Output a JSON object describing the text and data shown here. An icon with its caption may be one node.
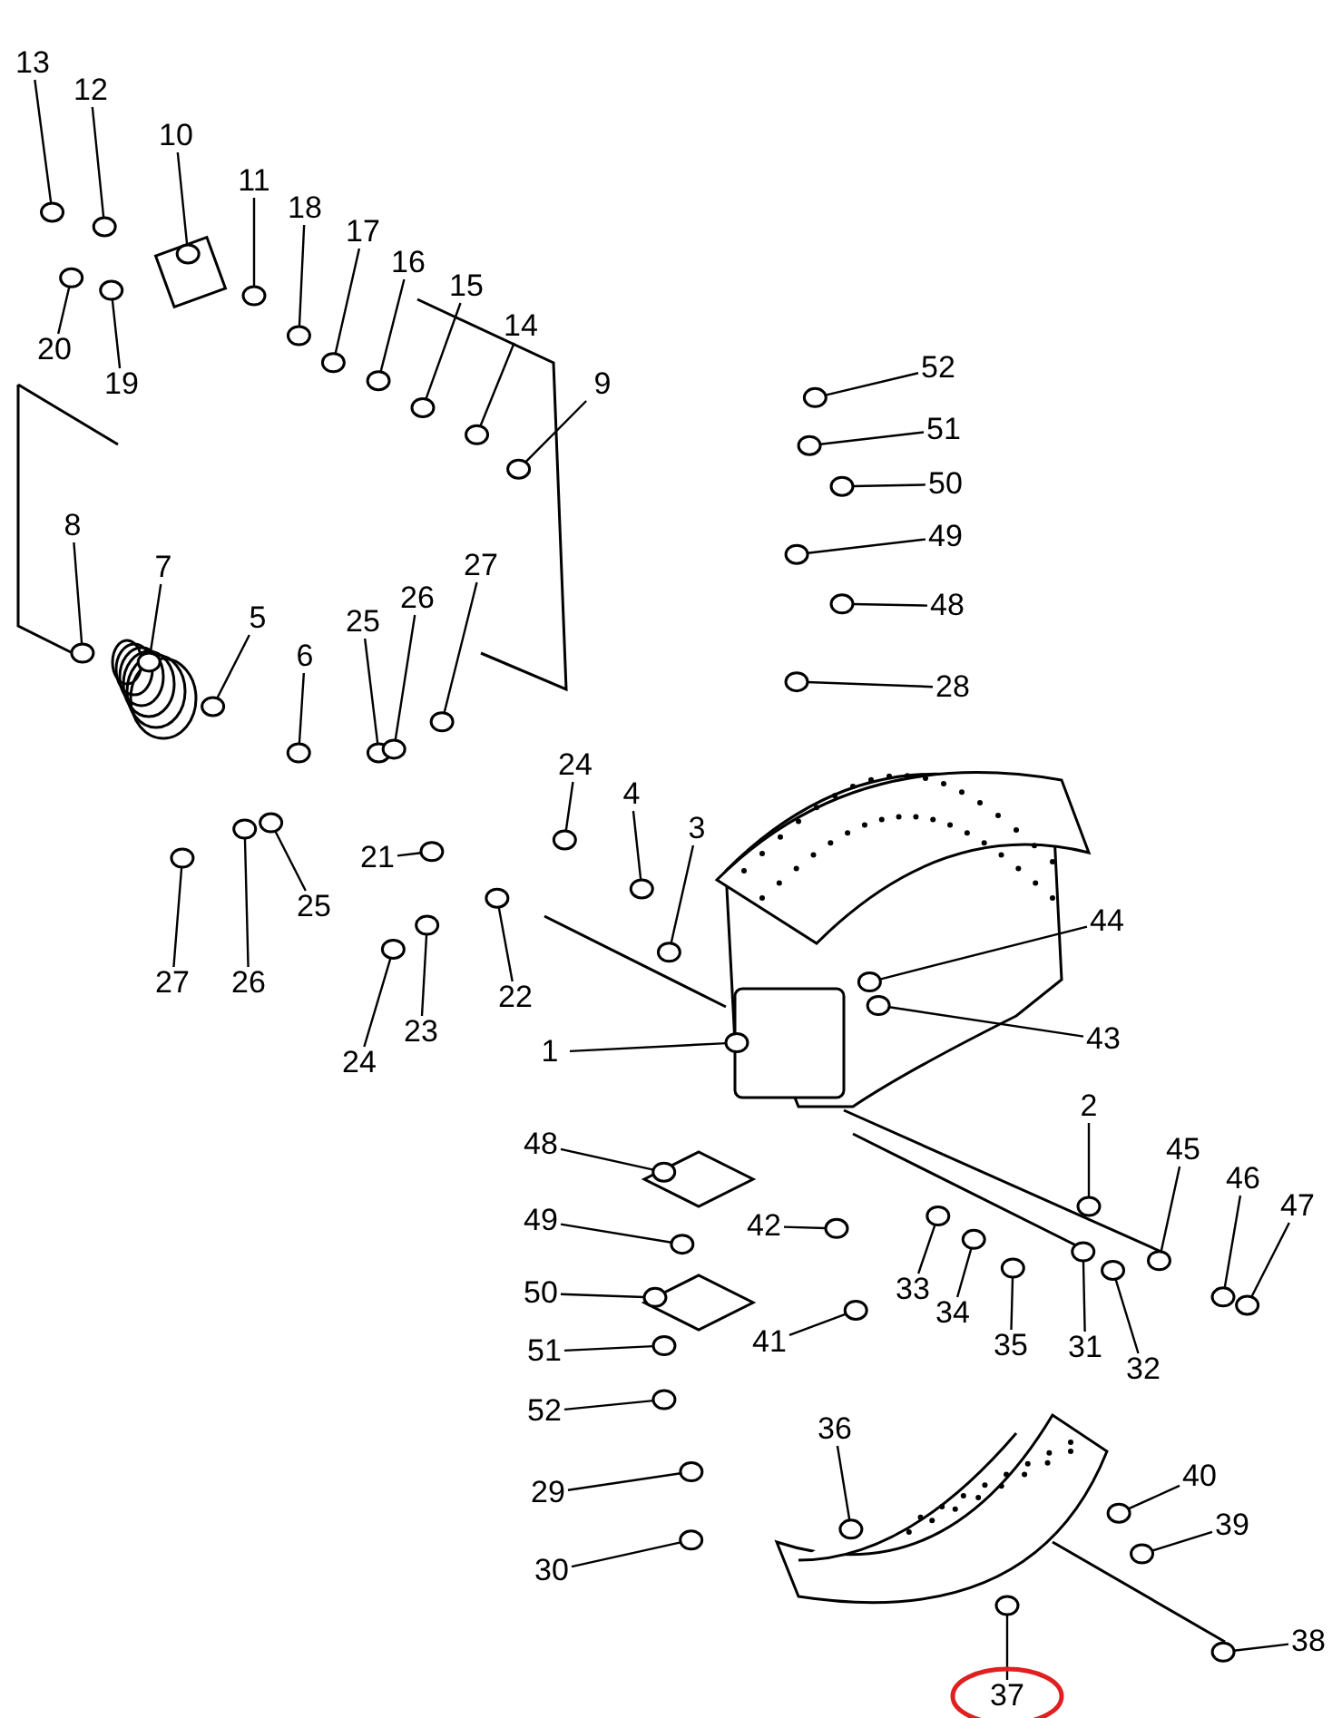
{
  "diagram": {
    "nodes": [
      {
        "text": [
          "13"
        ]
      },
      {
        "text": [
          "12"
        ]
      },
      {
        "text": [
          "10"
        ]
      },
      {
        "text": [
          "11"
        ]
      },
      {
        "text": [
          "18"
        ]
      },
      {
        "text": [
          "17"
        ]
      },
      {
        "text": [
          "16"
        ]
      },
      {
        "text": [
          "15"
        ]
      },
      {
        "text": [
          "14"
        ]
      },
      {
        "text": [
          "9"
        ]
      },
      {
        "text": [
          "20"
        ]
      },
      {
        "text": [
          "19"
        ]
      },
      {
        "text": [
          "8"
        ]
      },
      {
        "text": [
          "7"
        ]
      },
      {
        "text": [
          "5"
        ]
      },
      {
        "text": [
          "6"
        ]
      },
      {
        "text": [
          "25"
        ]
      },
      {
        "text": [
          "26"
        ]
      },
      {
        "text": [
          "27"
        ]
      },
      {
        "text": [
          "24"
        ]
      },
      {
        "text": [
          "4"
        ]
      },
      {
        "text": [
          "3"
        ]
      },
      {
        "text": [
          "21"
        ]
      },
      {
        "text": [
          "27"
        ]
      },
      {
        "text": [
          "26"
        ]
      },
      {
        "text": [
          "25"
        ]
      },
      {
        "text": [
          "24"
        ]
      },
      {
        "text": [
          "23"
        ]
      },
      {
        "text": [
          "22"
        ]
      },
      {
        "text": [
          "1"
        ]
      },
      {
        "text": [
          "52"
        ]
      },
      {
        "text": [
          "51"
        ]
      },
      {
        "text": [
          "50"
        ]
      },
      {
        "text": [
          "49"
        ]
      },
      {
        "text": [
          "48"
        ]
      },
      {
        "text": [
          "28"
        ]
      },
      {
        "text": [
          "44"
        ]
      },
      {
        "text": [
          "43"
        ]
      },
      {
        "text": [
          "2"
        ]
      },
      {
        "text": [
          "45"
        ]
      },
      {
        "text": [
          "46"
        ]
      },
      {
        "text": [
          "47"
        ]
      },
      {
        "text": [
          "48"
        ]
      },
      {
        "text": [
          "49"
        ]
      },
      {
        "text": [
          "50"
        ]
      },
      {
        "text": [
          "51"
        ]
      },
      {
        "text": [
          "52"
        ]
      },
      {
        "text": [
          "42"
        ]
      },
      {
        "text": [
          "33"
        ]
      },
      {
        "text": [
          "34"
        ]
      },
      {
        "text": [
          "35"
        ]
      },
      {
        "text": [
          "31"
        ]
      },
      {
        "text": [
          "32"
        ]
      },
      {
        "text": [
          "41"
        ]
      },
      {
        "text": [
          "29"
        ]
      },
      {
        "text": [
          "30"
        ]
      },
      {
        "text": [
          "36"
        ]
      },
      {
        "text": [
          "40"
        ]
      },
      {
        "text": [
          "39"
        ]
      },
      {
        "text": [
          "38"
        ]
      },
      {
        "text": [
          "37"
        ]
      },
      {
        "text": [],
        "shape": "circle"
      },
      {
        "text": [],
        "shape": "circle"
      },
      {
        "text": [],
        "shape": "circle"
      },
      {
        "text": [],
        "shape": "circle"
      },
      {
        "text": [],
        "shape": "circle"
      },
      {
        "text": [],
        "shape": "circle"
      },
      {
        "text": [],
        "shape": "circle"
      },
      {
        "text": [],
        "shape": "circle"
      },
      {
        "text": [],
        "shape": "circle"
      },
      {
        "text": [],
        "shape": "circle"
      },
      {
        "text": [],
        "shape": "circle"
      },
      {
        "text": [],
        "shape": "circle"
      },
      {
        "text": [],
        "shape": "circle"
      },
      {
        "text": [],
        "shape": "circle"
      },
      {
        "text": [],
        "shape": "circle"
      },
      {
        "text": [],
        "shape": "circle"
      },
      {
        "text": [],
        "shape": "circle"
      },
      {
        "text": [],
        "shape": "circle"
      },
      {
        "text": [],
        "shape": "circle"
      },
      {
        "text": [],
        "shape": "circle"
      },
      {
        "text": [],
        "shape": "circle"
      },
      {
        "text": [],
        "shape": "circle"
      },
      {
        "text": [],
        "shape": "circle"
      },
      {
        "text": [],
        "shape": "circle"
      },
      {
        "text": [],
        "shape": "circle"
      },
      {
        "text": [],
        "shape": "circle"
      },
      {
        "text": [],
        "shape": "circle"
      },
      {
        "text": [],
        "shape": "circle"
      },
      {
        "text": [],
        "shape": "circle"
      },
      {
        "text": [],
        "shape": "circle"
      },
      {
        "text": [],
        "shape": "circle"
      },
      {
        "text": [],
        "shape": "circle"
      },
      {
        "text": [],
        "shape": "circle"
      },
      {
        "text": [],
        "shape": "circle"
      },
      {
        "text": [],
        "shape": "circle"
      },
      {
        "text": [],
        "shape": "circle"
      },
      {
        "text": [],
        "shape": "circle"
      },
      {
        "text": [],
        "shape": "circle"
      },
      {
        "text": [],
        "shape": "circle"
      },
      {
        "text": [],
        "shape": "circle"
      },
      {
        "text": [],
        "shape": "circle"
      },
      {
        "text": [],
        "shape": "circle"
      },
      {
        "text": [],
        "shape": "circle"
      },
      {
        "text": [],
        "shape": "circle"
      },
      {
        "text": [],
        "shape": "circle"
      },
      {
        "text": [],
        "shape": "circle"
      },
      {
        "text": [],
        "shape": "circle"
      },
      {
        "text": [],
        "shape": "circle"
      },
      {
        "text": [],
        "shape": "circle"
      },
      {
        "text": [],
        "shape": "circle"
      },
      {
        "text": [],
        "shape": "circle"
      },
      {
        "text": [],
        "shape": "circle"
      },
      {
        "text": [],
        "shape": "circle"
      },
      {
        "text": [],
        "shape": "circle"
      },
      {
        "text": [],
        "shape": "circle"
      },
      {
        "text": [],
        "shape": "circle"
      },
      {
        "text": [],
        "shape": "circle"
      },
      {
        "text": [],
        "shape": "circle"
      },
      {
        "text": [],
        "shape": "circle"
      },
      {
        "text": [],
        "shape": "circle"
      },
      {
        "text": [],
        "shape": "circle"
      }
    ],
    "edges": [
      {
        "from": 0,
        "to": 61,
        "arrow": "none"
      },
      {
        "from": 1,
        "to": 62,
        "arrow": "none"
      },
      {
        "from": 2,
        "to": 63,
        "arrow": "none"
      },
      {
        "from": 3,
        "to": 64,
        "arrow": "none"
      },
      {
        "from": 4,
        "to": 65,
        "arrow": "none"
      },
      {
        "from": 5,
        "to": 66,
        "arrow": "none"
      },
      {
        "from": 6,
        "to": 67,
        "arrow": "none"
      },
      {
        "from": 7,
        "to": 68,
        "arrow": "none"
      },
      {
        "from": 8,
        "to": 69,
        "arrow": "none"
      },
      {
        "from": 9,
        "to": 70,
        "arrow": "none"
      },
      {
        "from": 10,
        "to": 71,
        "arrow": "none"
      },
      {
        "from": 11,
        "to": 72,
        "arrow": "none"
      },
      {
        "from": 12,
        "to": 73,
        "arrow": "none"
      },
      {
        "from": 13,
        "to": 74,
        "arrow": "none"
      },
      {
        "from": 14,
        "to": 75,
        "arrow": "none"
      },
      {
        "from": 15,
        "to": 76,
        "arrow": "none"
      },
      {
        "from": 16,
        "to": 77,
        "arrow": "none"
      },
      {
        "from": 17,
        "to": 78,
        "arrow": "none"
      },
      {
        "from": 18,
        "to": 79,
        "arrow": "none"
      },
      {
        "from": 19,
        "to": 80,
        "arrow": "none"
      },
      {
        "from": 20,
        "to": 81,
        "arrow": "none"
      },
      {
        "from": 21,
        "to": 82,
        "arrow": "none"
      },
      {
        "from": 22,
        "to": 83,
        "arrow": "none"
      },
      {
        "from": 23,
        "to": 84,
        "arrow": "none"
      },
      {
        "from": 24,
        "to": 85,
        "arrow": "none"
      },
      {
        "from": 25,
        "to": 86,
        "arrow": "none"
      },
      {
        "from": 26,
        "to": 87,
        "arrow": "none"
      },
      {
        "from": 27,
        "to": 88,
        "arrow": "none"
      },
      {
        "from": 28,
        "to": 89,
        "arrow": "none"
      },
      {
        "from": 29,
        "to": 90,
        "arrow": "none"
      },
      {
        "from": 30,
        "to": 91,
        "arrow": "none"
      },
      {
        "from": 31,
        "to": 92,
        "arrow": "none"
      },
      {
        "from": 32,
        "to": 93,
        "arrow": "none"
      },
      {
        "from": 33,
        "to": 94,
        "arrow": "none"
      },
      {
        "from": 34,
        "to": 95,
        "arrow": "none"
      },
      {
        "from": 35,
        "to": 96,
        "arrow": "none"
      },
      {
        "from": 36,
        "to": 97,
        "arrow": "none"
      },
      {
        "from": 37,
        "to": 98,
        "arrow": "none"
      },
      {
        "from": 38,
        "to": 99,
        "arrow": "none"
      },
      {
        "from": 39,
        "to": 100,
        "arrow": "none"
      },
      {
        "from": 40,
        "to": 101,
        "arrow": "none"
      },
      {
        "from": 41,
        "to": 102,
        "arrow": "none"
      },
      {
        "from": 42,
        "to": 103,
        "arrow": "none"
      },
      {
        "from": 43,
        "to": 104,
        "arrow": "none"
      },
      {
        "from": 44,
        "to": 105,
        "arrow": "none"
      },
      {
        "from": 45,
        "to": 106,
        "arrow": "none"
      },
      {
        "from": 46,
        "to": 107,
        "arrow": "none"
      },
      {
        "from": 47,
        "to": 108,
        "arrow": "none"
      },
      {
        "from": 48,
        "to": 109,
        "arrow": "none"
      },
      {
        "from": 49,
        "to": 110,
        "arrow": "none"
      },
      {
        "from": 50,
        "to": 111,
        "arrow": "none"
      },
      {
        "from": 51,
        "to": 112,
        "arrow": "none"
      },
      {
        "from": 52,
        "to": 113,
        "arrow": "none"
      },
      {
        "from": 53,
        "to": 114,
        "arrow": "none"
      },
      {
        "from": 54,
        "to": 115,
        "arrow": "none"
      },
      {
        "from": 55,
        "to": 116,
        "arrow": "none"
      },
      {
        "from": 56,
        "to": 117,
        "arrow": "none"
      },
      {
        "from": 57,
        "to": 118,
        "arrow": "none"
      },
      {
        "from": 58,
        "to": 119,
        "arrow": "none"
      },
      {
        "from": 59,
        "to": 120,
        "arrow": "none"
      },
      {
        "from": 60,
        "to": 121,
        "arrow": "none"
      }
    ]
  }
}
